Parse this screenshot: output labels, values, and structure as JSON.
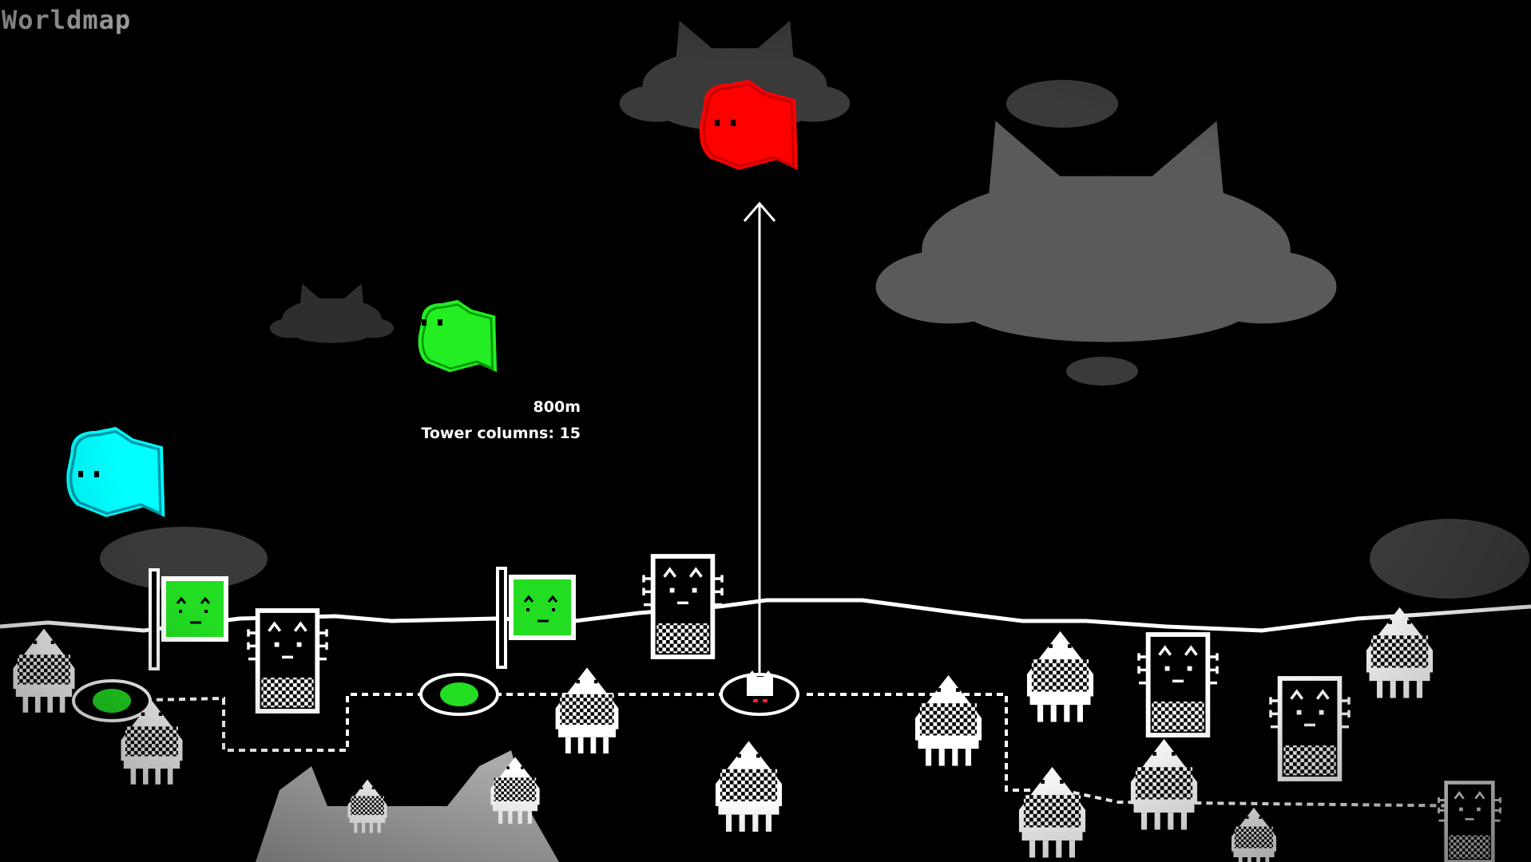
{
  "screen": {
    "title": "Worldmap"
  },
  "tower_info": {
    "distance": "800m",
    "columns": "Tower columns: 15"
  },
  "colors": {
    "background": "#000000",
    "cloud_light": "#5a5a5a",
    "cloud_dark": "#333333",
    "ghost_red": "#ff0000",
    "ghost_green": "#22ee22",
    "ghost_cyan": "#00ffff",
    "flag_green": "#22dd22",
    "ground_line": "#ffffff"
  },
  "icons": [
    "cat-cloud-icon",
    "ghost-icon",
    "flag-icon",
    "tower-icon",
    "onigiri-creature-icon",
    "player-cat-icon",
    "arrow-up-icon"
  ]
}
